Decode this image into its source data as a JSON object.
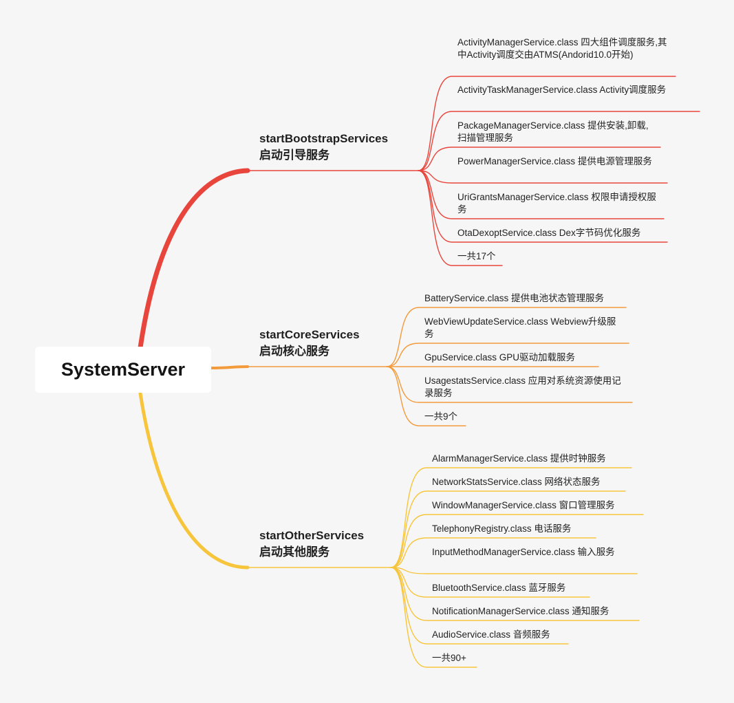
{
  "root": {
    "label": "SystemServer"
  },
  "branches": [
    {
      "title": "startBootstrapServices",
      "subtitle": "启动引导服务",
      "color": "#e8453c",
      "items": [
        "ActivityManagerService.class 四大组件调度服务,其中Activity调度交由ATMS(Andorid10.0开始)",
        "ActivityTaskManagerService.class Activity调度服务",
        "PackageManagerService.class 提供安装,卸载,扫描管理服务",
        "PowerManagerService.class 提供电源管理服务",
        "UriGrantsManagerService.class 权限申请授权服务",
        "OtaDexoptService.class Dex字节码优化服务",
        "一共17个"
      ]
    },
    {
      "title": "startCoreServices",
      "subtitle": "启动核心服务",
      "color": "#f39a3a",
      "items": [
        "BatteryService.class 提供电池状态管理服务",
        "WebViewUpdateService.class Webview升级服务",
        "GpuService.class GPU驱动加载服务",
        "UsagestatsService.class 应用对系统资源使用记录服务",
        "一共9个"
      ]
    },
    {
      "title": "startOtherServices",
      "subtitle": "启动其他服务",
      "color": "#f7c53c",
      "items": [
        "AlarmManagerService.class 提供时钟服务",
        "NetworkStatsService.class 网络状态服务",
        "WindowManagerService.class 窗口管理服务",
        "TelephonyRegistry.class 电话服务",
        "InputMethodManagerService.class 输入服务",
        "BluetoothService.class 蓝牙服务",
        "NotificationManagerService.class 通知服务",
        "AudioService.class 音频服务",
        "一共90+"
      ]
    }
  ]
}
